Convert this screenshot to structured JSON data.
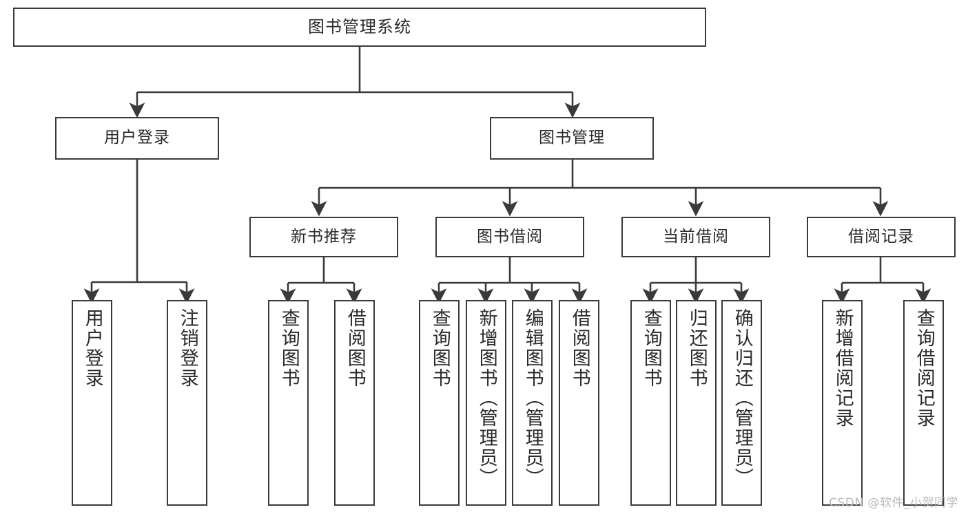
{
  "diagram": {
    "type": "tree-hierarchy-flowchart",
    "title": "图书管理系统",
    "watermark": "CSDN @软件_小贺同学",
    "colors": {
      "box_border": "#3a3a3a",
      "box_fill": "#ffffff",
      "edge": "#3a3a3a",
      "text": "#2b2b2b",
      "watermark": "#b9b9b9",
      "background": "#ffffff"
    },
    "nodes": {
      "root": {
        "label": "图书管理系统"
      },
      "level2": [
        {
          "id": "user-login",
          "label": "用户登录"
        },
        {
          "id": "book-manage",
          "label": "图书管理"
        }
      ],
      "level3": [
        {
          "id": "new-book-recommend",
          "label": "新书推荐"
        },
        {
          "id": "book-borrow",
          "label": "图书借阅"
        },
        {
          "id": "current-borrow",
          "label": "当前借阅"
        },
        {
          "id": "borrow-record",
          "label": "借阅记录"
        }
      ],
      "leaves": [
        {
          "id": "leaf-user-login",
          "parent": "user-login",
          "label": "用户登录"
        },
        {
          "id": "leaf-logout-login",
          "parent": "user-login",
          "label": "注销登录"
        },
        {
          "id": "leaf-query-book-1",
          "parent": "new-book-recommend",
          "label": "查询图书"
        },
        {
          "id": "leaf-borrow-book-1",
          "parent": "new-book-recommend",
          "label": "借阅图书"
        },
        {
          "id": "leaf-query-book-2",
          "parent": "book-borrow",
          "label": "查询图书"
        },
        {
          "id": "leaf-add-book",
          "parent": "book-borrow",
          "label": "新增图书（管理员）"
        },
        {
          "id": "leaf-edit-book",
          "parent": "book-borrow",
          "label": "编辑图书（管理员）"
        },
        {
          "id": "leaf-borrow-book-2",
          "parent": "book-borrow",
          "label": "借阅图书"
        },
        {
          "id": "leaf-query-book-3",
          "parent": "current-borrow",
          "label": "查询图书"
        },
        {
          "id": "leaf-return-book",
          "parent": "current-borrow",
          "label": "归还图书"
        },
        {
          "id": "leaf-confirm-return",
          "parent": "current-borrow",
          "label": "确认归还（管理员）"
        },
        {
          "id": "leaf-add-record",
          "parent": "borrow-record",
          "label": "新增借阅记录"
        },
        {
          "id": "leaf-query-record",
          "parent": "borrow-record",
          "label": "查询借阅记录"
        }
      ]
    }
  }
}
